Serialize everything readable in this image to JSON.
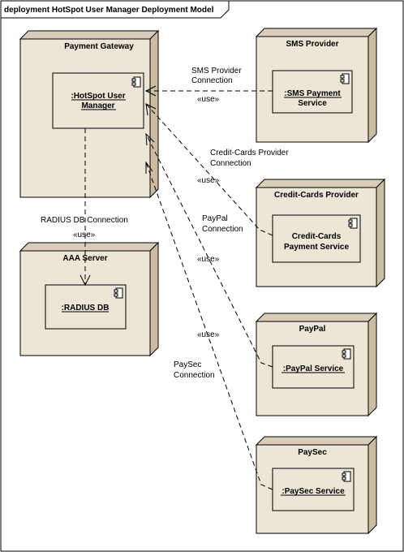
{
  "frame": {
    "title": "deployment HotSpot User Manager Deployment Model"
  },
  "nodes": {
    "payment_gateway": {
      "title": "Payment Gateway",
      "component": [
        ":HotSpot User",
        "Manager"
      ]
    },
    "sms_provider": {
      "title": "SMS Provider",
      "component": [
        ":SMS Payment",
        "Service"
      ]
    },
    "credit_cards_provider": {
      "title": "Credit-Cards Provider",
      "component": [
        "Credit-Cards",
        "Payment Service"
      ]
    },
    "aaa_server": {
      "title": "AAA Server",
      "component": [
        ":RADIUS DB"
      ]
    },
    "paypal": {
      "title": "PayPal",
      "component": [
        ":PayPal Service"
      ]
    },
    "paysec": {
      "title": "PaySec",
      "component": [
        ":PaySec Service"
      ]
    }
  },
  "connections": {
    "sms": {
      "label": [
        "SMS Provider",
        "Connection"
      ],
      "stereotype": "«use»"
    },
    "credit_cards": {
      "label": [
        "Credit-Cards Provider",
        "Connection"
      ],
      "stereotype": "«use»"
    },
    "paypal": {
      "label": [
        "PayPal",
        "Connection"
      ],
      "stereotype": "«use»"
    },
    "paysec": {
      "label": [
        "PaySec",
        "Connection"
      ],
      "stereotype": "«use»"
    },
    "radius": {
      "label": [
        "RADIUS DB Connection"
      ],
      "stereotype": "«use»"
    }
  }
}
